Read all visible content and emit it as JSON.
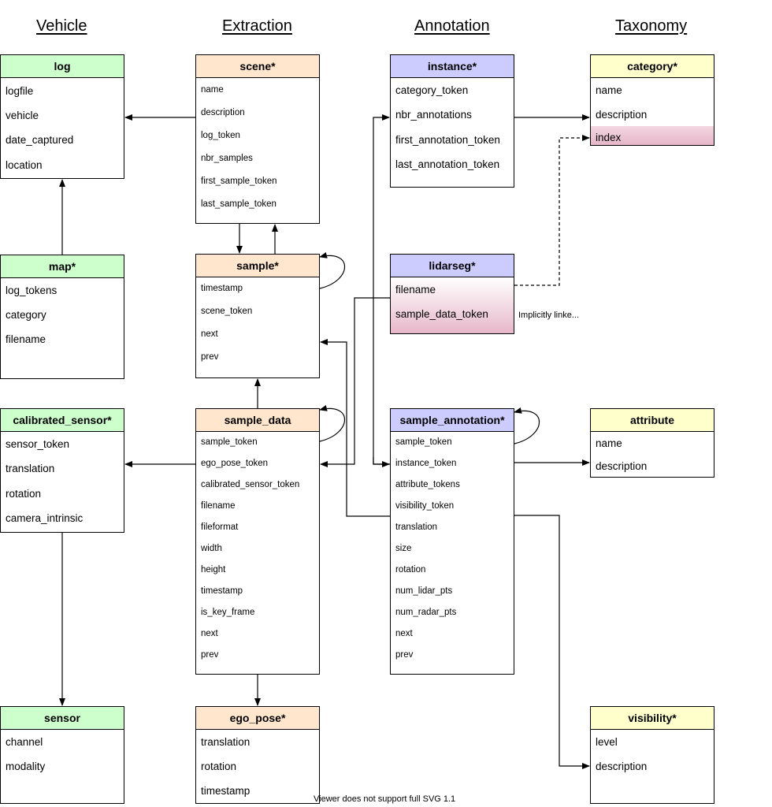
{
  "columns": [
    "Vehicle",
    "Extraction",
    "Annotation",
    "Taxonomy"
  ],
  "entities": {
    "log": {
      "title": "log",
      "fields": [
        "logfile",
        "vehicle",
        "date_captured",
        "location"
      ]
    },
    "map": {
      "title": "map*",
      "fields": [
        "log_tokens",
        "category",
        "filename"
      ]
    },
    "calibrated_sensor": {
      "title": "calibrated_sensor*",
      "fields": [
        "sensor_token",
        "translation",
        "rotation",
        "camera_intrinsic"
      ]
    },
    "sensor": {
      "title": "sensor",
      "fields": [
        "channel",
        "modality"
      ]
    },
    "scene": {
      "title": "scene*",
      "fields": [
        "name",
        "description",
        "log_token",
        "nbr_samples",
        "first_sample_token",
        "last_sample_token"
      ]
    },
    "sample": {
      "title": "sample*",
      "fields": [
        "timestamp",
        "scene_token",
        "next",
        "prev"
      ]
    },
    "sample_data": {
      "title": "sample_data",
      "fields": [
        "sample_token",
        "ego_pose_token",
        "calibrated_sensor_token",
        "filename",
        "fileformat",
        "width",
        "height",
        "timestamp",
        "is_key_frame",
        "next",
        "prev"
      ]
    },
    "ego_pose": {
      "title": "ego_pose*",
      "fields": [
        "translation",
        "rotation",
        "timestamp"
      ]
    },
    "instance": {
      "title": "instance*",
      "fields": [
        "category_token",
        "nbr_annotations",
        "first_annotation_token",
        "last_annotation_token"
      ]
    },
    "lidarseg": {
      "title": "lidarseg*",
      "fields": [
        "filename",
        "sample_data_token"
      ]
    },
    "sample_annotation": {
      "title": "sample_annotation*",
      "fields": [
        "sample_token",
        "instance_token",
        "attribute_tokens",
        "visibility_token",
        "translation",
        "size",
        "rotation",
        "num_lidar_pts",
        "num_radar_pts",
        "next",
        "prev"
      ]
    },
    "category": {
      "title": "category*",
      "fields": [
        "name",
        "description",
        "index"
      ]
    },
    "attribute": {
      "title": "attribute",
      "fields": [
        "name",
        "description"
      ]
    },
    "visibility": {
      "title": "visibility*",
      "fields": [
        "level",
        "description"
      ]
    }
  },
  "notes": {
    "implicit_link": "Implicitly linke...",
    "viewer_warning": "Viewer does not support full SVG 1.1"
  },
  "colors": {
    "vehicle_header": "#ccffcc",
    "extraction_header": "#ffe6cc",
    "annotation_header": "#ccccff",
    "taxonomy_header": "#ffffcc",
    "highlight": "#e6b7c9"
  }
}
